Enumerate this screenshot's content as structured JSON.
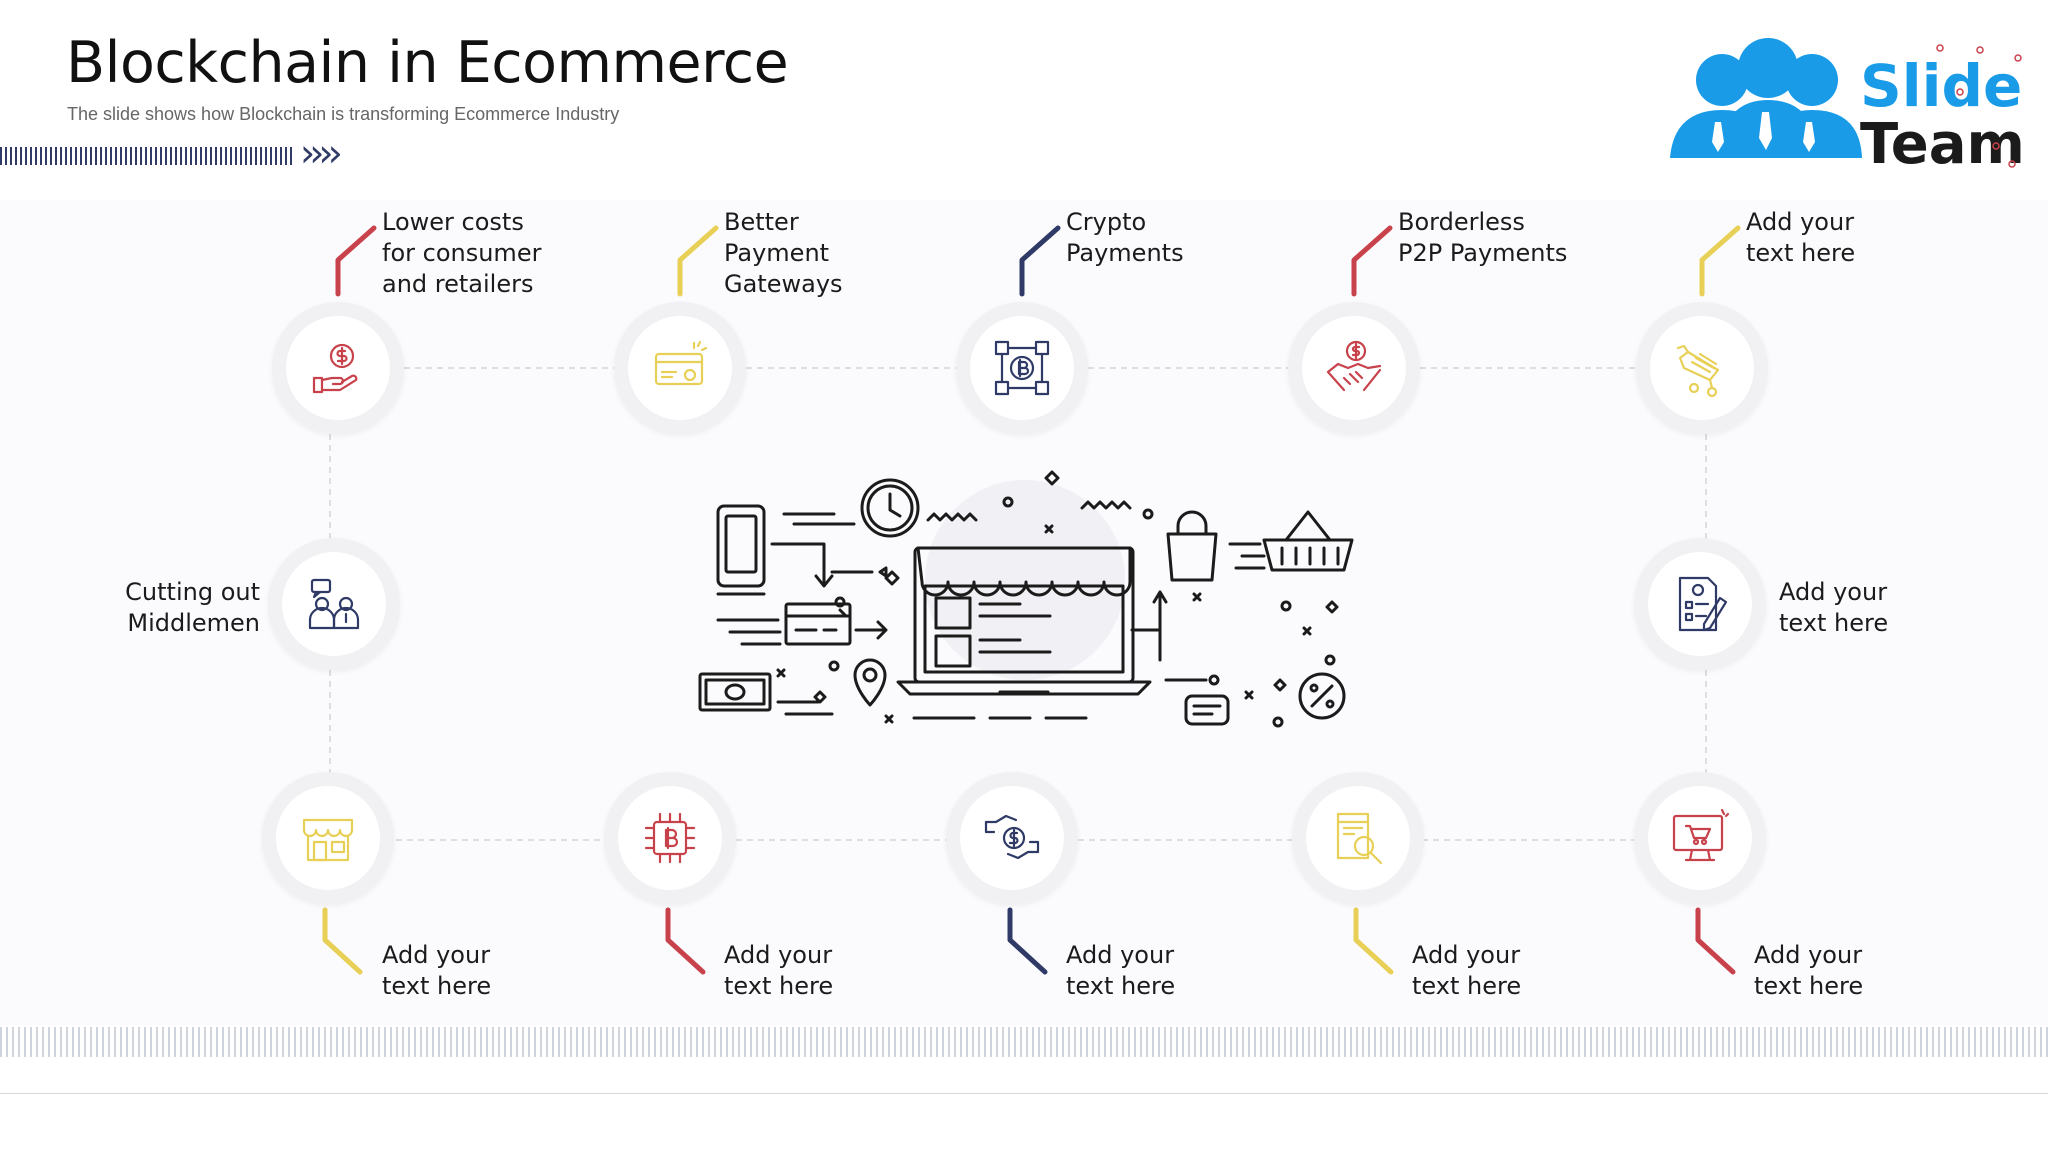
{
  "header": {
    "title": "Blockchain in Ecommerce",
    "subtitle": "The slide shows how Blockchain is transforming Ecommerce Industry"
  },
  "logo": {
    "line1": "Slide",
    "line2": "Team"
  },
  "colors": {
    "red": "#c8424b",
    "yellow": "#e8cf55",
    "navy": "#2f3b66",
    "gray_line": "#d4d4d8"
  },
  "top_items": [
    {
      "lines": [
        "Lower costs",
        "for consumer",
        "and retailers"
      ],
      "icon": "dollar-hand-icon"
    },
    {
      "lines": [
        "Better",
        "Payment",
        "Gateways"
      ],
      "icon": "payment-card-icon"
    },
    {
      "lines": [
        "Crypto",
        "Payments"
      ],
      "icon": "blockchain-bitcoin-icon"
    },
    {
      "lines": [
        "Borderless",
        "P2P Payments"
      ],
      "icon": "handshake-dollar-icon"
    },
    {
      "lines": [
        "Add your",
        "text here"
      ],
      "icon": "cart-icon"
    }
  ],
  "middle_items": [
    {
      "lines": [
        "Cutting out",
        "Middlemen"
      ],
      "icon": "people-icon"
    },
    {
      "lines": [
        "Add your",
        "text here"
      ],
      "icon": "document-icon"
    }
  ],
  "bottom_items": [
    {
      "lines": [
        "Add your",
        "text here"
      ],
      "icon": "store-icon"
    },
    {
      "lines": [
        "Add your",
        "text here"
      ],
      "icon": "bitcoin-chip-icon"
    },
    {
      "lines": [
        "Add your",
        "text here"
      ],
      "icon": "dollar-exchange-icon"
    },
    {
      "lines": [
        "Add your",
        "text here"
      ],
      "icon": "store-search-icon"
    },
    {
      "lines": [
        "Add your",
        "text here"
      ],
      "icon": "online-shop-icon"
    }
  ]
}
